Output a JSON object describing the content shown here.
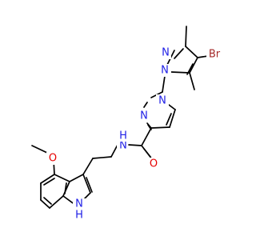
{
  "molecule": {
    "atoms": {
      "br": {
        "label": "Br",
        "color": "#a52a2a"
      },
      "n_pz_top_a": {
        "label": "N",
        "color": "#1e1ee6"
      },
      "n_pz_top_b": {
        "label": "N",
        "color": "#1e1ee6"
      },
      "n_pz_mid_a": {
        "label": "N",
        "color": "#1e1ee6"
      },
      "n_pz_mid_b": {
        "label": "N",
        "color": "#1e1ee6"
      },
      "o_carbonyl": {
        "label": "O",
        "color": "#e60000"
      },
      "nh_amide": {
        "label": "N",
        "color": "#1e1ee6"
      },
      "h_amide": {
        "label": "H",
        "color": "#1e1ee6"
      },
      "o_methoxy": {
        "label": "O",
        "color": "#e60000"
      },
      "nh_indole": {
        "label": "N",
        "color": "#1e1ee6"
      },
      "h_indole": {
        "label": "H",
        "color": "#1e1ee6"
      }
    }
  }
}
